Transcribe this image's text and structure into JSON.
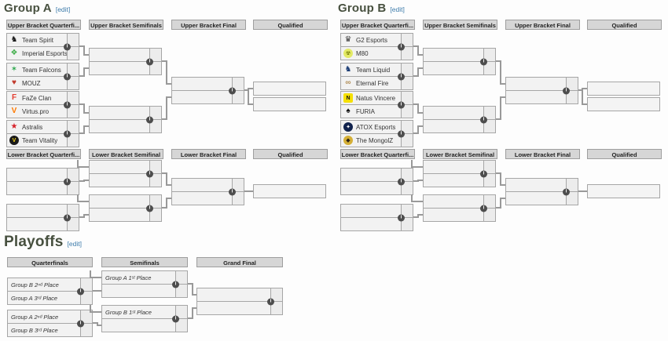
{
  "info_icon": "i",
  "icons": {
    "spirit": {
      "glyph": "♞",
      "color": "#1b1b1b"
    },
    "imperial": {
      "glyph": "❖",
      "color": "#3fae49"
    },
    "falcons": {
      "glyph": "✶",
      "color": "#2fa84f"
    },
    "mouz": {
      "glyph": "♥",
      "color": "#c0392b"
    },
    "faze": {
      "glyph": "F",
      "color": "#e43d30",
      "bold": true
    },
    "virtuspro": {
      "glyph": "V",
      "color": "#ff7a00",
      "bold": true
    },
    "astralis": {
      "glyph": "★",
      "color": "#d6222a"
    },
    "vitality": {
      "glyph": "V",
      "color": "#f7d51d",
      "bg": "#1a1a1a",
      "bold": true
    },
    "g2": {
      "glyph": "♛",
      "color": "#3c3c3c"
    },
    "m80": {
      "glyph": "☢",
      "color": "#6d7400",
      "bg": "#e3ea66"
    },
    "liquid": {
      "glyph": "♞",
      "color": "#1d3e76"
    },
    "eternalfire": {
      "glyph": "∞",
      "color": "#b08d57",
      "bold": true
    },
    "navi": {
      "glyph": "N",
      "color": "#111111",
      "bg": "#f5e003",
      "bold": true,
      "shape": "square"
    },
    "furia": {
      "glyph": "♠",
      "color": "#111111"
    },
    "atox": {
      "glyph": "✦",
      "color": "#ffffff",
      "bg": "#10224d"
    },
    "mongolz": {
      "glyph": "◆",
      "color": "#2b2115",
      "bg": "#d4af37"
    }
  },
  "groups": [
    {
      "title": "Group A",
      "edit": "[edit]",
      "upper_headers": [
        "Upper Bracket Quarterfi...",
        "Upper Bracket Semifinals",
        "Upper Bracket Final",
        "Qualified"
      ],
      "lower_headers": [
        "Lower Bracket Quarterfi...",
        "Lower Bracket Semifinal",
        "Lower Bracket Final",
        "Qualified"
      ],
      "ub_matches": [
        {
          "top": {
            "name": "Team Spirit",
            "icon": "spirit"
          },
          "bottom": {
            "name": "Imperial Esports",
            "icon": "imperial"
          }
        },
        {
          "top": {
            "name": "Team Falcons",
            "icon": "falcons"
          },
          "bottom": {
            "name": "MOUZ",
            "icon": "mouz"
          }
        },
        {
          "top": {
            "name": "FaZe Clan",
            "icon": "faze"
          },
          "bottom": {
            "name": "Virtus.pro",
            "icon": "virtuspro"
          }
        },
        {
          "top": {
            "name": "Astralis",
            "icon": "astralis"
          },
          "bottom": {
            "name": "Team Vitality",
            "icon": "vitality"
          }
        }
      ]
    },
    {
      "title": "Group B",
      "edit": "[edit]",
      "upper_headers": [
        "Upper Bracket Quarterfi...",
        "Upper Bracket Semifinals",
        "Upper Bracket Final",
        "Qualified"
      ],
      "lower_headers": [
        "Lower Bracket Quarterfi...",
        "Lower Bracket Semifinal",
        "Lower Bracket Final",
        "Qualified"
      ],
      "ub_matches": [
        {
          "top": {
            "name": "G2 Esports",
            "icon": "g2"
          },
          "bottom": {
            "name": "M80",
            "icon": "m80"
          }
        },
        {
          "top": {
            "name": "Team Liquid",
            "icon": "liquid"
          },
          "bottom": {
            "name": "Eternal Fire",
            "icon": "eternalfire"
          }
        },
        {
          "top": {
            "name": "Natus Vincere",
            "icon": "navi"
          },
          "bottom": {
            "name": "FURIA",
            "icon": "furia"
          }
        },
        {
          "top": {
            "name": "ATOX Esports",
            "icon": "atox"
          },
          "bottom": {
            "name": "The MongolZ",
            "icon": "mongolz"
          }
        }
      ]
    }
  ],
  "playoffs": {
    "title": "Playoffs",
    "edit": "[edit]",
    "headers": [
      "Quarterfinals",
      "Semifinals",
      "Grand Final"
    ],
    "qf_matches": [
      {
        "top": "Group B 2ⁿᵈ Place",
        "bottom": "Group A 3ʳᵈ Place"
      },
      {
        "top": "Group A 2ⁿᵈ Place",
        "bottom": "Group B 3ʳᵈ Place"
      }
    ],
    "sf_seeds": [
      "Group A 1ˢᵗ Place",
      "Group B 1ˢᵗ Place"
    ]
  }
}
